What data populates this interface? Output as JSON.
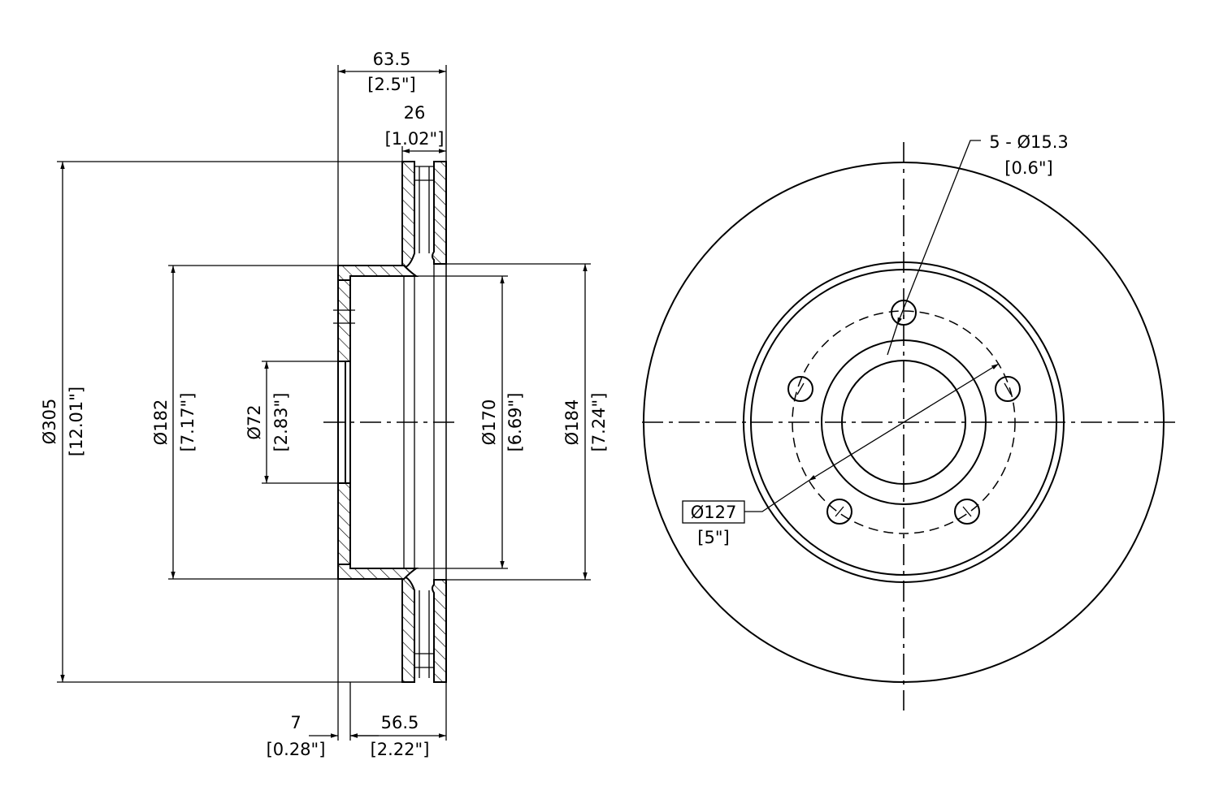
{
  "dimensions": {
    "overall_width": {
      "mm": "63.5",
      "in": "[2.5\"]"
    },
    "friction_width": {
      "mm": "26",
      "in": "[1.02\"]"
    },
    "outer_diameter": {
      "mm": "Ø305",
      "in": "[12.01\"]"
    },
    "hat_diameter": {
      "mm": "Ø182",
      "in": "[7.17\"]"
    },
    "center_bore": {
      "mm": "Ø72",
      "in": "[2.83\"]"
    },
    "inner_diameter": {
      "mm": "Ø170",
      "in": "[6.69\"]"
    },
    "pad_inner_diameter": {
      "mm": "Ø184",
      "in": "[7.24\"]"
    },
    "hub_thickness": {
      "mm": "7",
      "in": "[0.28\"]"
    },
    "hat_height": {
      "mm": "56.5",
      "in": "[2.22\"]"
    },
    "bolt_holes": {
      "mm": "5 - Ø15.3",
      "in": "[0.6\"]"
    },
    "bolt_circle": {
      "mm": "Ø127",
      "in": "[5\"]"
    }
  }
}
